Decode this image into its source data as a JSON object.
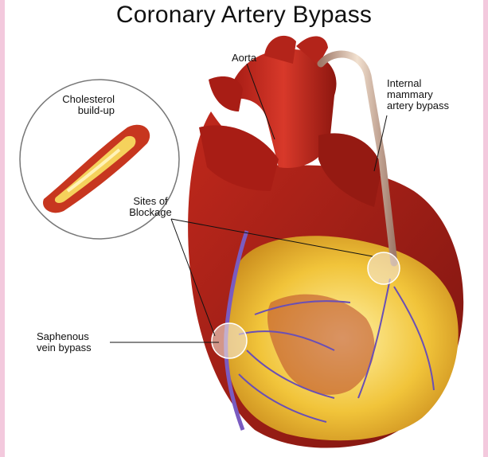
{
  "title": "Coronary Artery Bypass",
  "labels": {
    "aorta": "Aorta",
    "internal_mammary_1": "Internal",
    "internal_mammary_2": "mammary",
    "internal_mammary_3": "artery bypass",
    "cholesterol_1": "Cholesterol",
    "cholesterol_2": "build-up",
    "blockage_1": "Sites of",
    "blockage_2": "Blockage",
    "saphenous_1": "Saphenous",
    "saphenous_2": "vein bypass"
  }
}
